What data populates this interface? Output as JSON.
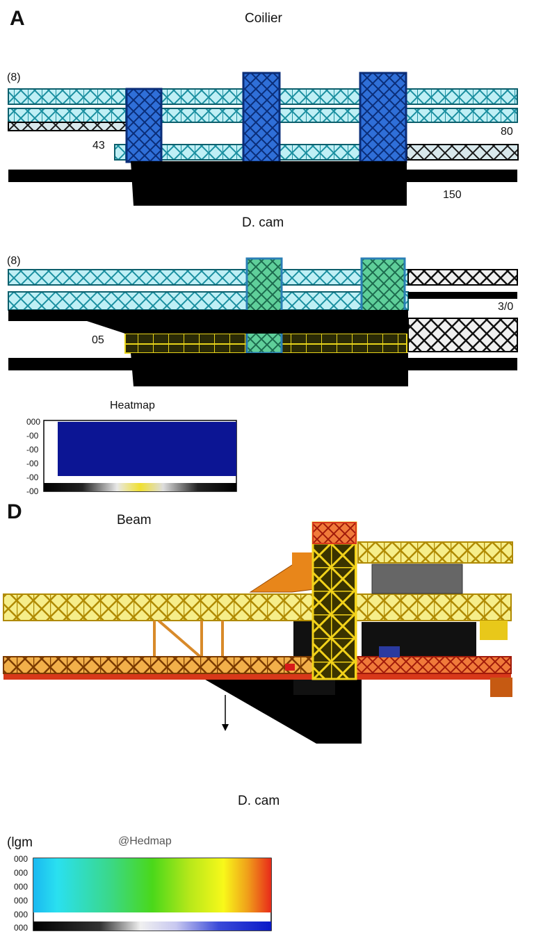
{
  "panel_a": {
    "letter": "A",
    "title": "Coilier",
    "top_label": "(8)",
    "label_43": "43",
    "label_80": "80",
    "label_150": "150",
    "caption": "D. cam"
  },
  "panel_b": {
    "top_label": "(8)",
    "label_05": "05",
    "label_30": "3/0"
  },
  "heatmap_1": {
    "title": "Heatmap",
    "ticks": [
      "000",
      "-00",
      "-00",
      "-00",
      "-00",
      "-00"
    ],
    "fill_color": "#0c1594"
  },
  "panel_d": {
    "letter": "D",
    "title": "Beam",
    "caption": "D. cam"
  },
  "heatmap_2": {
    "unit_label": "(lgm",
    "title": "@Hedmap",
    "ticks": [
      "000",
      "000",
      "000",
      "000",
      "000",
      "000"
    ]
  },
  "colors": {
    "cyan_truss": "#3fc4d4",
    "blue_tower": "#1f4fb5",
    "yellow_truss": "#e8d41a",
    "orange_truss": "#e07a12",
    "red_truss": "#d8381a",
    "base_black": "#000000"
  }
}
